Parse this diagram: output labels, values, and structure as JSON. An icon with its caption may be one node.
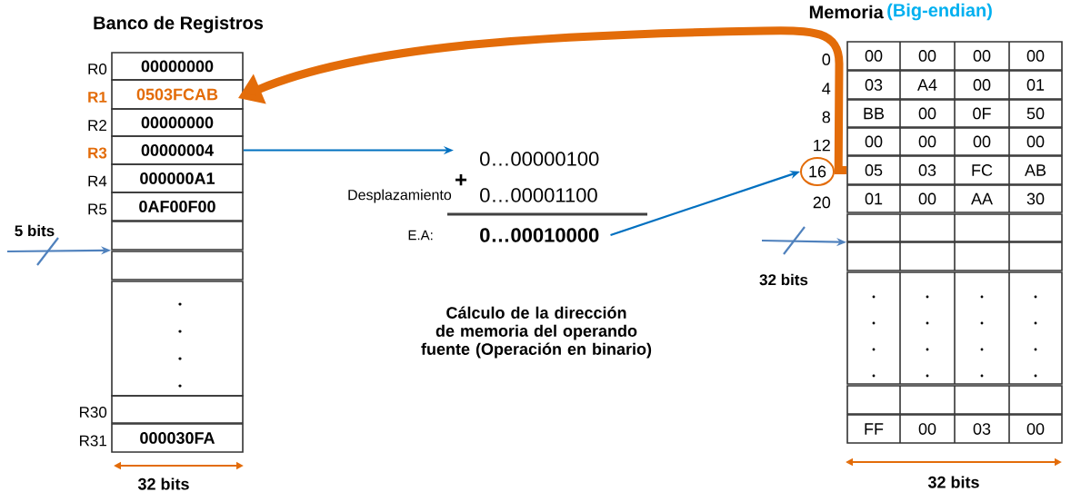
{
  "diagram": {
    "nodes": [
      {
        "text": [
          "00000000"
        ],
        "beside": [
          "R0"
        ]
      },
      {
        "text": [
          "0503FCAB"
        ],
        "beside": [
          "R1"
        ]
      },
      {
        "text": [
          "00000000"
        ],
        "beside": [
          "R2"
        ]
      },
      {
        "text": [
          "00000004"
        ],
        "beside": [
          "R3"
        ]
      },
      {
        "text": [
          "000000A1"
        ],
        "beside": [
          "R4"
        ]
      },
      {
        "text": [
          "0AF00F00"
        ],
        "beside": [
          "R5"
        ]
      },
      {
        "text": [],
        "shape": "box"
      },
      {
        "text": [],
        "shape": "box"
      },
      {
        "text": [],
        "shape": "box"
      },
      {
        "text": [],
        "shape": "box",
        "beside": [
          "R30"
        ]
      },
      {
        "text": [
          "000030FA"
        ],
        "beside": [
          "R31"
        ]
      },
      {
        "text": [
          "0…00000100"
        ]
      },
      {
        "text": [
          "0…00010000"
        ]
      },
      {
        "text": [
          "16"
        ]
      },
      {
        "text": [
          "00",
          "00",
          "00",
          "00"
        ],
        "beside": [
          "0"
        ]
      },
      {
        "text": [
          "03",
          "A4",
          "00",
          "01"
        ],
        "beside": [
          "4"
        ]
      },
      {
        "text": [
          "BB",
          "00",
          "0F",
          "50"
        ],
        "beside": [
          "8"
        ]
      },
      {
        "text": [
          "00",
          "00",
          "00",
          "00"
        ]
      },
      {
        "text": [
          "05",
          "03",
          "FC",
          "AB"
        ]
      },
      {
        "text": [
          "01",
          "00",
          "AA",
          "30"
        ],
        "beside": [
          "20"
        ]
      },
      {
        "text": [],
        "shape": "box"
      },
      {
        "text": [],
        "shape": "box"
      },
      {
        "text": [],
        "shape": "box"
      },
      {
        "text": [],
        "shape": "box"
      },
      {
        "text": [
          "FF",
          "00",
          "03",
          "00"
        ]
      }
    ],
    "edges": [
      {
        "from": 3,
        "to": 11,
        "arrow": "to",
        "color": "#0070c0"
      },
      {
        "from": 12,
        "to": 13,
        "arrow": "to",
        "color": "#0070c0"
      },
      {
        "from": 18,
        "to": 1,
        "arrow": "to",
        "style": "thick",
        "color": "#e36c09"
      },
      {
        "from": null,
        "to": 6,
        "arrow": "to",
        "color": "#4f81bd"
      },
      {
        "from": null,
        "to": 20,
        "arrow": "to",
        "color": "#4f81bd"
      }
    ],
    "labels": [
      "Banco de Registros",
      "Memoria",
      "(Big-endian)",
      "12",
      "+",
      "Desplazamiento",
      "0…00001100",
      "5 bits",
      "E.A:",
      "32 bits",
      "Cálculo de la dirección de memoria del operando fuente (Operación en binario)",
      "32 bits",
      "32 bits"
    ]
  }
}
